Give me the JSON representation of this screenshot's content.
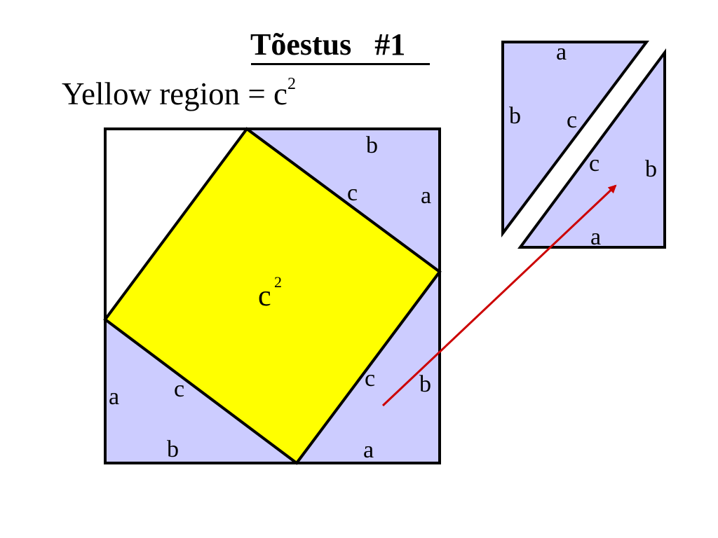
{
  "title": "Tõestus   #1",
  "subtitle": {
    "text": "Yellow region = c",
    "superscript": "2"
  },
  "center_label": {
    "base": "c",
    "superscript": "2"
  },
  "colors": {
    "triangle_fill": "#ccccff",
    "square_fill": "#ffff00",
    "stroke": "#000000",
    "arrow": "#cc0000",
    "background": "#ffffff"
  },
  "big_square_labels": {
    "top_right": {
      "top": "b",
      "hyp": "c",
      "side": "a"
    },
    "bottom_right": {
      "hyp": "c",
      "side": "b",
      "bottom": "a"
    },
    "bottom_left": {
      "side": "a",
      "hyp": "c",
      "bottom": "b"
    }
  },
  "rectangle_labels": {
    "upper_triangle": {
      "top": "a",
      "side": "b",
      "hyp": "c"
    },
    "lower_triangle": {
      "hyp": "c",
      "side": "b",
      "bottom": "a"
    }
  }
}
